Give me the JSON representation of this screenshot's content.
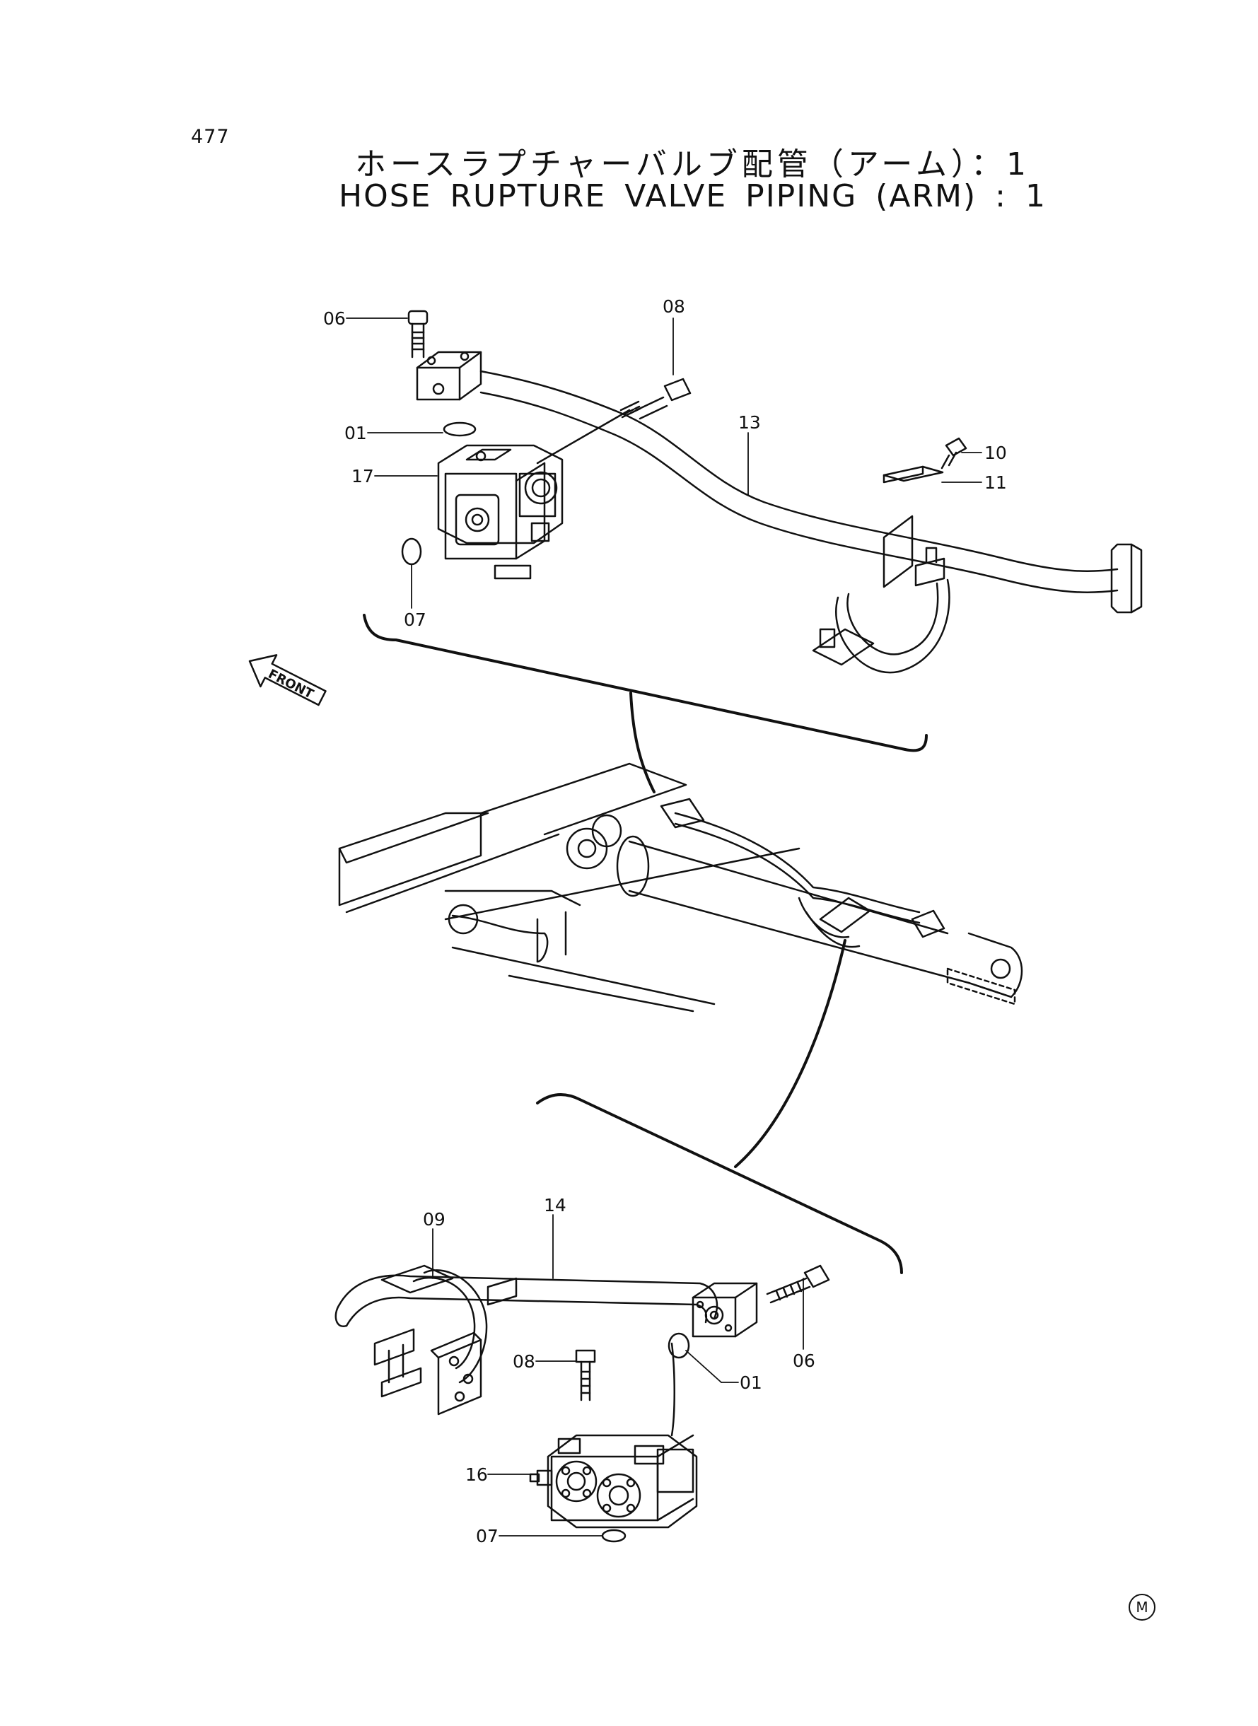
{
  "page": {
    "number": "477",
    "title_jp": "ホースラプチャーバルブ配管（アーム）：1",
    "title_en": "HOSE RUPTURE VALVE PIPING (ARM) : 1",
    "mark": "M"
  },
  "arrow": {
    "label": "FRONT"
  },
  "top_callouts": [
    "06",
    "08",
    "01",
    "13",
    "10",
    "11",
    "17",
    "07"
  ],
  "bottom_callouts": [
    "09",
    "14",
    "06",
    "08",
    "01",
    "16",
    "07"
  ]
}
